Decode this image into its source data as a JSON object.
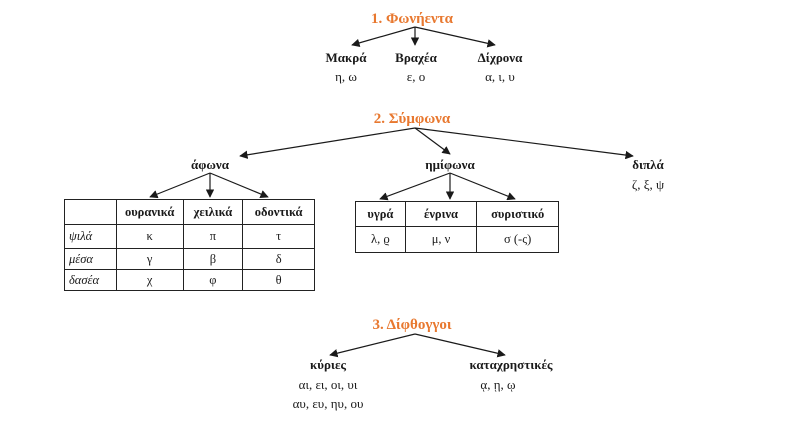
{
  "vowels": {
    "title": "1. Φωνήεντα",
    "categories": [
      {
        "name": "Μακρά",
        "letters": "η, ω"
      },
      {
        "name": "Βραχέα",
        "letters": "ε, ο"
      },
      {
        "name": "Δίχρονα",
        "letters": "α, ι, υ"
      }
    ]
  },
  "consonants": {
    "title": "2. Σύμφωνα",
    "afona": {
      "label": "άφωνα",
      "groups": [
        "ουρανικά",
        "χειλικά",
        "οδοντικά"
      ],
      "rows": [
        {
          "label": "ψιλά",
          "cells": [
            "κ",
            "π",
            "τ"
          ]
        },
        {
          "label": "μέσα",
          "cells": [
            "γ",
            "β",
            "δ"
          ]
        },
        {
          "label": "δασέα",
          "cells": [
            "χ",
            "φ",
            "θ"
          ]
        }
      ]
    },
    "imifona": {
      "label": "ημίφωνα",
      "headers": [
        "υγρά",
        "ένρινα",
        "συριστικό"
      ],
      "values": [
        "λ, ϱ",
        "μ, ν",
        "σ (-ς)"
      ]
    },
    "dipla": {
      "label": "διπλά",
      "letters": "ζ, ξ, ψ"
    }
  },
  "diphthongs": {
    "title": "3. Δίφθογγοι",
    "kyries": {
      "label": "κύριες",
      "line1": "αι, ει, οι, υι",
      "line2": "αυ, ευ, ηυ, ου"
    },
    "katachristikes": {
      "label": "καταχρηστικές",
      "letters": "ᾳ, ῃ, ῳ"
    }
  }
}
